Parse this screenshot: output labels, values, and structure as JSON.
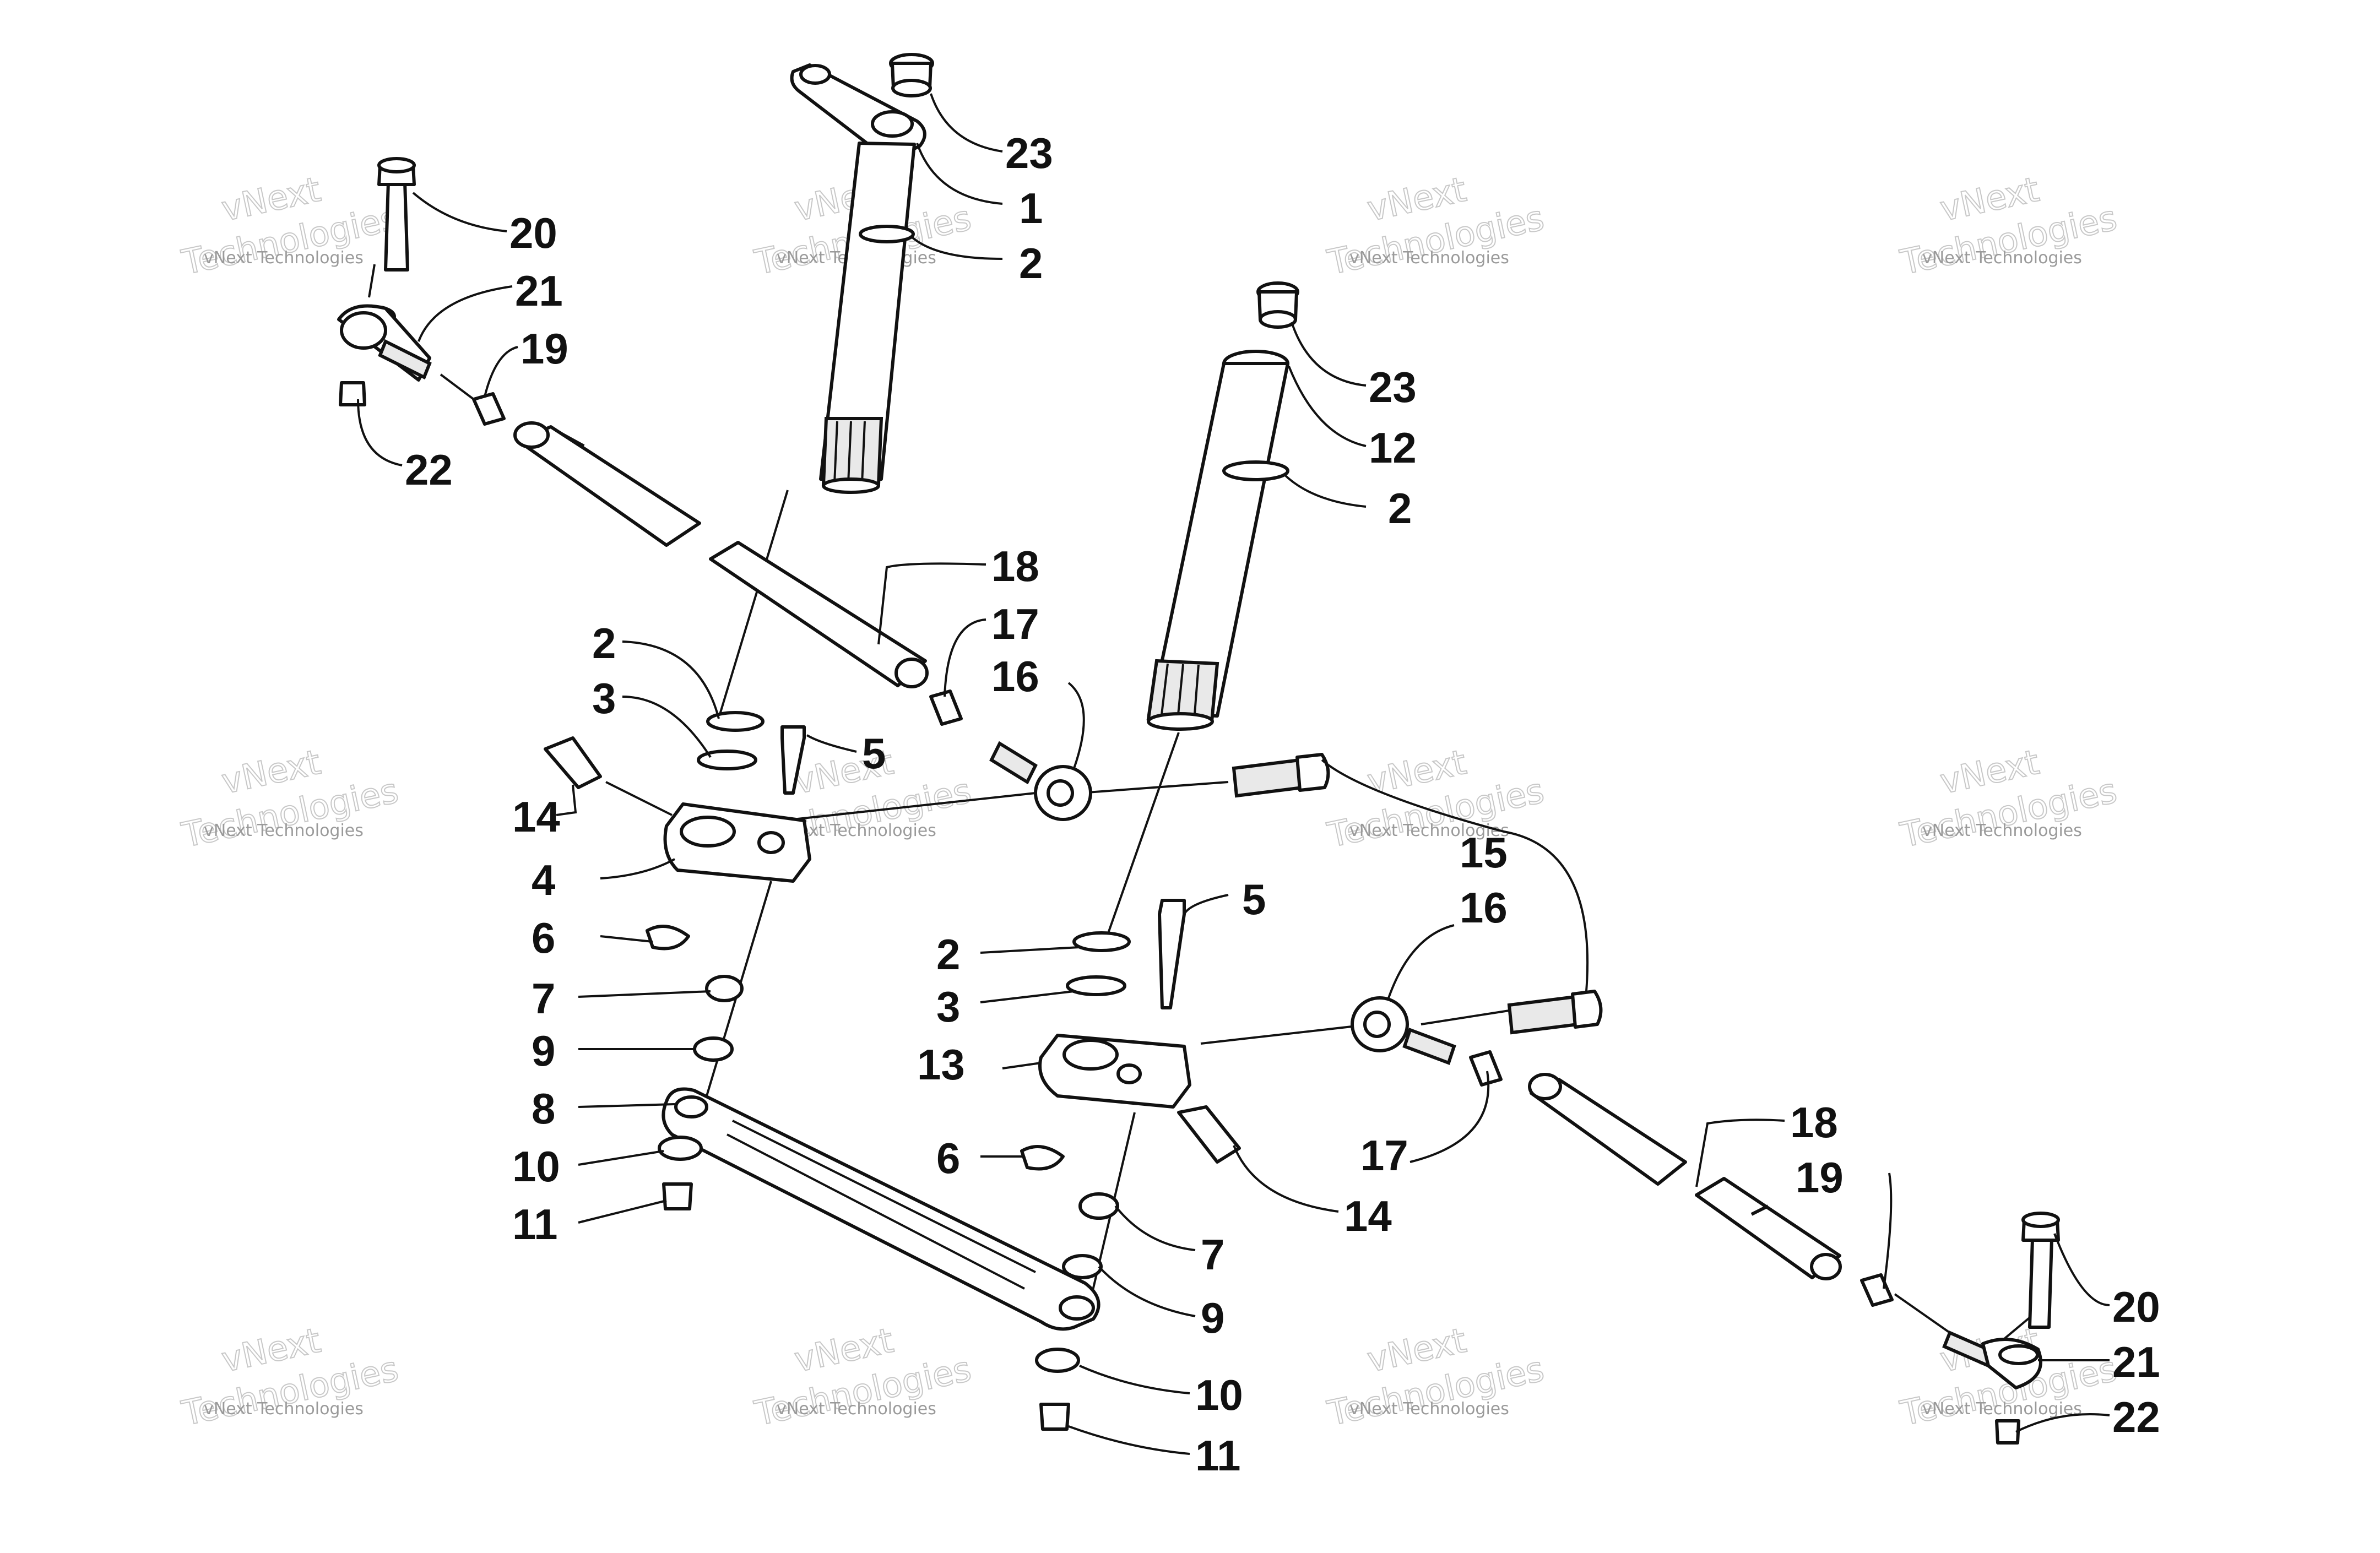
{
  "watermark": {
    "line1": "vNext",
    "line2": "Technologies",
    "small": "vNext Technologies"
  },
  "callouts": [
    {
      "id": "c1",
      "text": "23"
    },
    {
      "id": "c2",
      "text": "1"
    },
    {
      "id": "c3",
      "text": "2"
    },
    {
      "id": "c4",
      "text": "20"
    },
    {
      "id": "c5",
      "text": "21"
    },
    {
      "id": "c6",
      "text": "19"
    },
    {
      "id": "c7",
      "text": "22"
    },
    {
      "id": "c8",
      "text": "23"
    },
    {
      "id": "c9",
      "text": "12"
    },
    {
      "id": "c10",
      "text": "2"
    },
    {
      "id": "c11",
      "text": "18"
    },
    {
      "id": "c12",
      "text": "17"
    },
    {
      "id": "c13",
      "text": "16"
    },
    {
      "id": "c14",
      "text": "2"
    },
    {
      "id": "c15",
      "text": "3"
    },
    {
      "id": "c16",
      "text": "5"
    },
    {
      "id": "c17",
      "text": "14"
    },
    {
      "id": "c18",
      "text": "4"
    },
    {
      "id": "c19",
      "text": "6"
    },
    {
      "id": "c20",
      "text": "7"
    },
    {
      "id": "c21",
      "text": "9"
    },
    {
      "id": "c22",
      "text": "8"
    },
    {
      "id": "c23",
      "text": "10"
    },
    {
      "id": "c24",
      "text": "11"
    },
    {
      "id": "c25",
      "text": "15"
    },
    {
      "id": "c26",
      "text": "16"
    },
    {
      "id": "c27",
      "text": "5"
    },
    {
      "id": "c28",
      "text": "2"
    },
    {
      "id": "c29",
      "text": "3"
    },
    {
      "id": "c30",
      "text": "13"
    },
    {
      "id": "c31",
      "text": "6"
    },
    {
      "id": "c32",
      "text": "17"
    },
    {
      "id": "c33",
      "text": "14"
    },
    {
      "id": "c34",
      "text": "18"
    },
    {
      "id": "c35",
      "text": "19"
    },
    {
      "id": "c36",
      "text": "7"
    },
    {
      "id": "c37",
      "text": "9"
    },
    {
      "id": "c38",
      "text": "20"
    },
    {
      "id": "c39",
      "text": "21"
    },
    {
      "id": "c40",
      "text": "10"
    },
    {
      "id": "c41",
      "text": "22"
    },
    {
      "id": "c42",
      "text": "11"
    }
  ]
}
